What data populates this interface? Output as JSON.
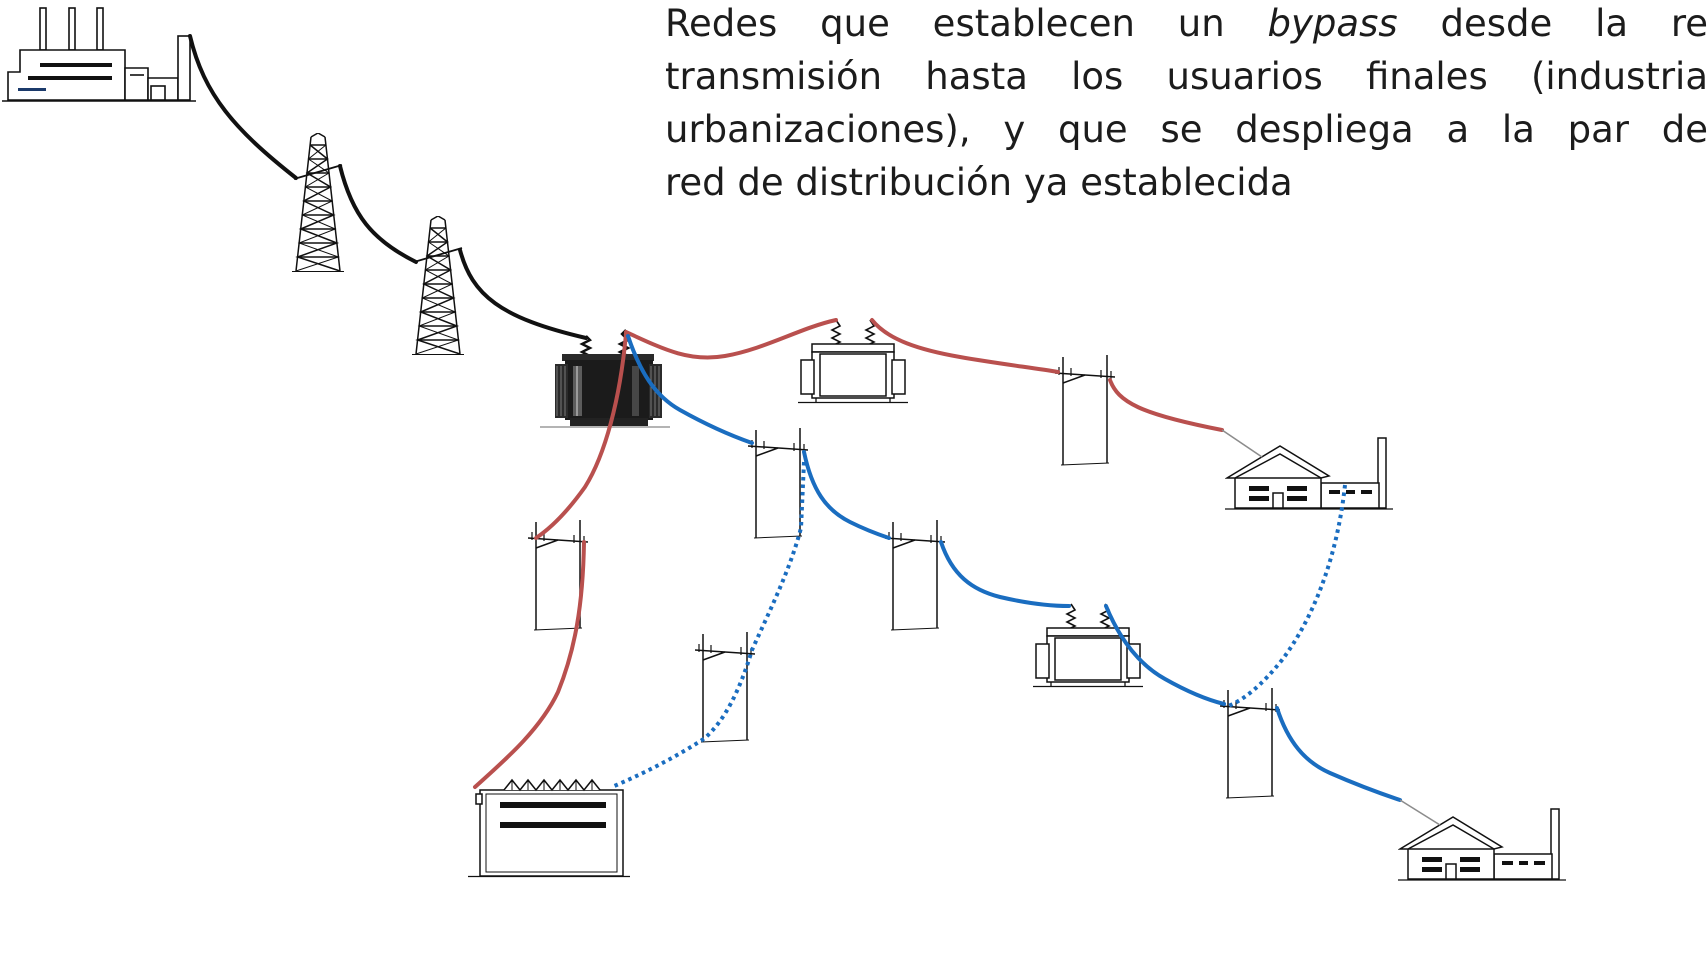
{
  "caption": {
    "line1": {
      "before": "Redes que establecen un",
      "italic": "bypass",
      "after": "desde la re"
    },
    "line2": "transmisión hasta los usuarios finales (industria",
    "line3": "urbanizaciones), y que se despliega a la par de",
    "line4": "red de distribución ya establecida"
  },
  "colors": {
    "black_line": "#111111",
    "red_line": "#b9504e",
    "blue_line": "#1a6dc0",
    "service_drop": "#8c8c8c"
  }
}
